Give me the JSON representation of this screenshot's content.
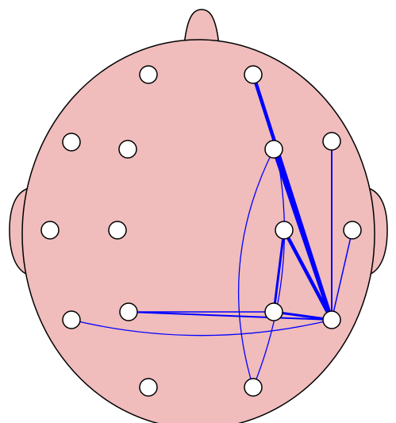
{
  "colors": {
    "background": "#ffffff",
    "head_fill": "#f0bcbc",
    "outline": "#000000",
    "electrode_fill": "#ffffff",
    "connection": "#0000ff"
  },
  "electrodes": [
    {
      "id": "e1"
    },
    {
      "id": "e2"
    },
    {
      "id": "e3"
    },
    {
      "id": "e4"
    },
    {
      "id": "e5"
    },
    {
      "id": "e6"
    },
    {
      "id": "e7"
    },
    {
      "id": "e8"
    },
    {
      "id": "e9"
    },
    {
      "id": "e10"
    },
    {
      "id": "e11"
    },
    {
      "id": "e12"
    },
    {
      "id": "e13"
    },
    {
      "id": "e14"
    },
    {
      "id": "e15"
    },
    {
      "id": "e16"
    }
  ],
  "connections": [
    {
      "from": "e2",
      "to": "e14",
      "strength": 4.5,
      "curve": 0
    },
    {
      "from": "e5",
      "to": "e14",
      "strength": 5,
      "curve": 0
    },
    {
      "from": "e9",
      "to": "e14",
      "strength": 4.5,
      "curve": 0
    },
    {
      "from": "e9",
      "to": "e13",
      "strength": 3,
      "curve": 0
    },
    {
      "from": "e13",
      "to": "e14",
      "strength": 3,
      "curve": 0
    },
    {
      "from": "e6",
      "to": "e14",
      "strength": 2,
      "curve": 0
    },
    {
      "from": "e10",
      "to": "e14",
      "strength": 1.5,
      "curve": 0
    },
    {
      "from": "e12",
      "to": "e14",
      "strength": 2,
      "curve": 0
    },
    {
      "from": "e12",
      "to": "e13",
      "strength": 1.5,
      "curve": 0
    },
    {
      "from": "e11",
      "to": "e14",
      "strength": 1.3,
      "curve": 0.12
    },
    {
      "from": "e2",
      "to": "e16",
      "strength": 1.3,
      "curve": -0.2
    },
    {
      "from": "e5",
      "to": "e16",
      "strength": 1.3,
      "curve": 0.2
    }
  ]
}
